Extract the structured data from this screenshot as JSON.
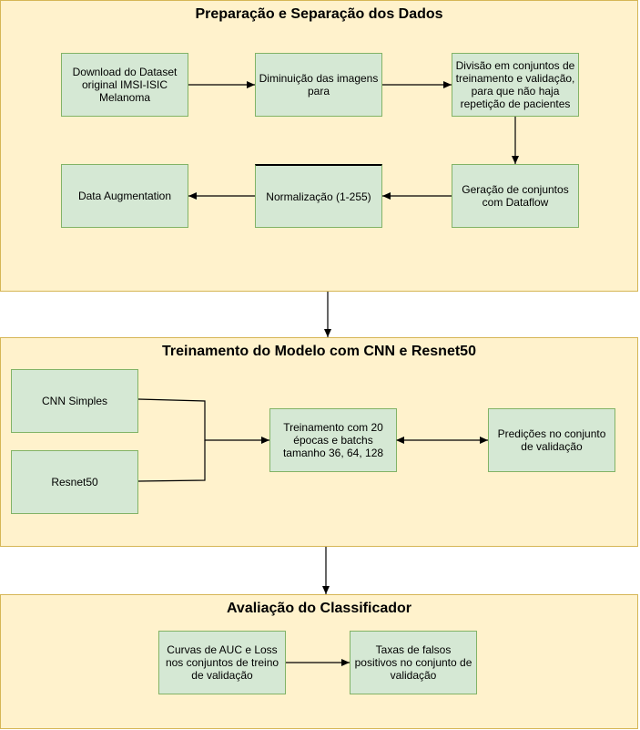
{
  "sections": {
    "prep": {
      "title": "Preparação e Separação dos Dados"
    },
    "train": {
      "title": "Treinamento do Modelo com CNN e Resnet50"
    },
    "eval": {
      "title": "Avaliação do Classificador"
    }
  },
  "nodes": {
    "download": "Download do Dataset original IMSI-ISIC Melanoma",
    "resize": "Diminuição das imagens para",
    "split": "Divisão em conjuntos de treinamento e validação, para que não haja repetição de pacientes",
    "dataflow": "Geração de conjuntos com Dataflow",
    "normalize": "Normalização (1-255)",
    "augment": "Data Augmentation",
    "cnn": "CNN Simples",
    "resnet": "Resnet50",
    "training": "Treinamento com 20 épocas e batchs tamanho 36, 64, 128",
    "predictions": "Predições no conjunto de validação",
    "curves": "Curvas de AUC e Loss nos conjuntos de treino de validação",
    "fp_rates": "Taxas de falsos positivos no conjunto de validação"
  },
  "colors": {
    "section_fill": "#fff2cc",
    "section_border": "#d6b656",
    "node_fill": "#d5e8d4",
    "node_border": "#82b366",
    "edge": "#000000"
  }
}
